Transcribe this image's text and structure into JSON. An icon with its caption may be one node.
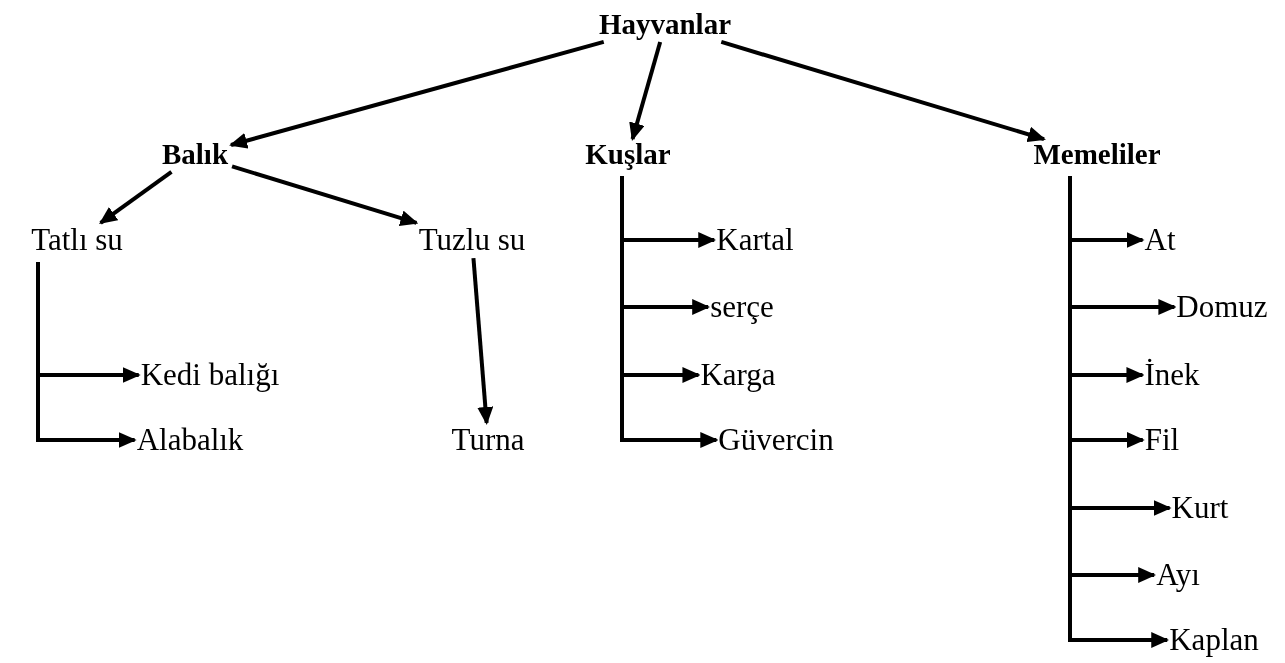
{
  "diagram": {
    "nodes": [
      {
        "text": [
          "Hayvanlar"
        ]
      },
      {
        "text": [
          "Balık"
        ]
      },
      {
        "text": [
          "Kuşlar"
        ]
      },
      {
        "text": [
          "Memeliler"
        ]
      },
      {
        "text": [
          "Tatlı su"
        ]
      },
      {
        "text": [
          "Tuzlu su"
        ]
      },
      {
        "text": [
          "Kedi balığı"
        ]
      },
      {
        "text": [
          "Alabalık"
        ]
      },
      {
        "text": [
          "Turna"
        ]
      },
      {
        "text": [
          "Kartal"
        ]
      },
      {
        "text": [
          "serçe"
        ]
      },
      {
        "text": [
          "Karga"
        ]
      },
      {
        "text": [
          "Güvercin"
        ]
      },
      {
        "text": [
          "At"
        ]
      },
      {
        "text": [
          "Domuz"
        ]
      },
      {
        "text": [
          "İnek"
        ]
      },
      {
        "text": [
          "Fil"
        ]
      },
      {
        "text": [
          "Kurt"
        ]
      },
      {
        "text": [
          "Ayı"
        ]
      },
      {
        "text": [
          "Kaplan"
        ]
      }
    ],
    "edges": [
      {
        "from": 0,
        "to": 1,
        "arrow": "to"
      },
      {
        "from": 0,
        "to": 2,
        "arrow": "to"
      },
      {
        "from": 0,
        "to": 3,
        "arrow": "to"
      },
      {
        "from": 1,
        "to": 4,
        "arrow": "to"
      },
      {
        "from": 1,
        "to": 5,
        "arrow": "to"
      },
      {
        "from": 4,
        "to": 6,
        "arrow": "to"
      },
      {
        "from": 4,
        "to": 7,
        "arrow": "to"
      },
      {
        "from": 5,
        "to": 8,
        "arrow": "to"
      },
      {
        "from": 2,
        "to": 9,
        "arrow": "to"
      },
      {
        "from": 2,
        "to": 10,
        "arrow": "to"
      },
      {
        "from": 2,
        "to": 11,
        "arrow": "to"
      },
      {
        "from": 2,
        "to": 12,
        "arrow": "to"
      },
      {
        "from": 3,
        "to": 13,
        "arrow": "to"
      },
      {
        "from": 3,
        "to": 14,
        "arrow": "to"
      },
      {
        "from": 3,
        "to": 15,
        "arrow": "to"
      },
      {
        "from": 3,
        "to": 16,
        "arrow": "to"
      },
      {
        "from": 3,
        "to": 17,
        "arrow": "to"
      },
      {
        "from": 3,
        "to": 18,
        "arrow": "to"
      },
      {
        "from": 3,
        "to": 19,
        "arrow": "to"
      }
    ]
  }
}
